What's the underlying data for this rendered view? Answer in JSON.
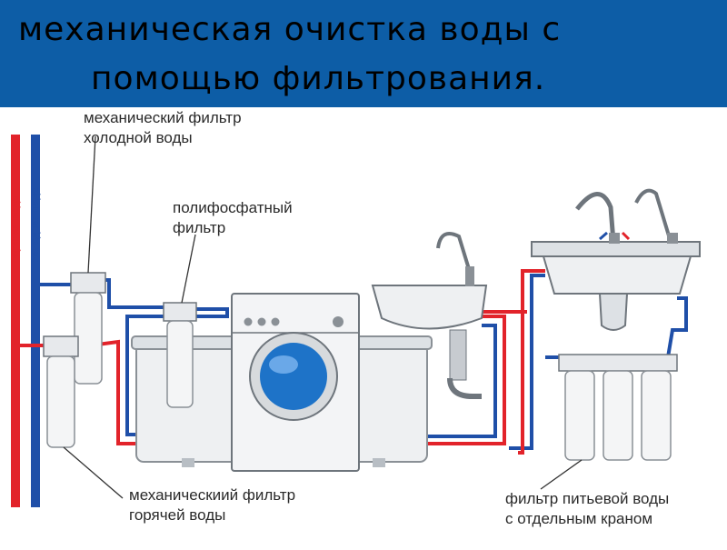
{
  "title": {
    "line1": "механическая очистка воды с",
    "line2": "помощью фильтрования."
  },
  "labels": {
    "cold_filter": [
      "механический фильтр",
      "холодной воды"
    ],
    "polyphosphate": [
      "полифосфатный",
      "фильтр"
    ],
    "hot_filter": [
      "механическиий фильтр",
      "горячей воды"
    ],
    "drinking_filter": [
      "фильтр питьевой воды",
      "с отдельным краном"
    ],
    "hot_water_pipe": "горячая вода",
    "cold_water_pipe": "холодная вода"
  },
  "colors": {
    "title_bg": "#0d5da6",
    "hot_pipe": "#e2232a",
    "cold_pipe": "#1f4fa8",
    "appliance": "#eef0f2",
    "drum": "#1e73c8"
  }
}
